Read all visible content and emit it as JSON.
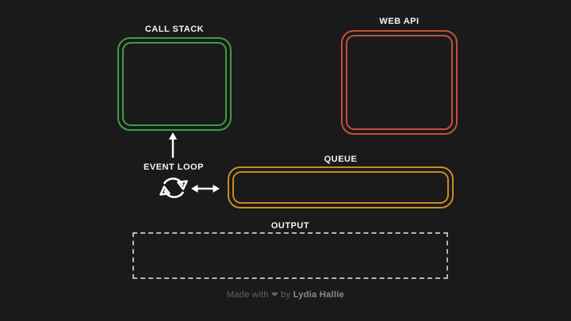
{
  "labels": {
    "call_stack": "CALL STACK",
    "web_api": "WEB API",
    "queue": "QUEUE",
    "output": "OUTPUT",
    "event_loop": "EVENT LOOP"
  },
  "footer": {
    "made_with": "Made with",
    "heart": "❤",
    "by": "by",
    "author": "Lydia Hallie"
  },
  "colors": {
    "bg": "#1a1a1a",
    "label": "#f5f5f5",
    "green": "#3f9e3f",
    "red": "#c5503a",
    "orange": "#cc8a28",
    "dash": "#b5b5b5",
    "arrow": "#ffffff",
    "footer": "#646464",
    "footer_author": "#8c8c8c"
  }
}
